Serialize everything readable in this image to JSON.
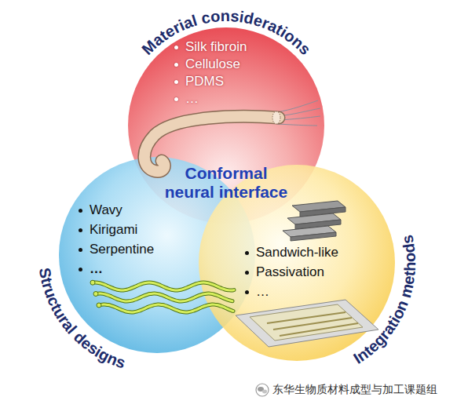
{
  "diagram": {
    "nodes": [
      {
        "text": [
          "Material considerations",
          "Silk fibroin",
          "Cellulose",
          "PDMS",
          "…"
        ]
      },
      {
        "text": [
          "Structural designs",
          "Wavy",
          "Kirigami",
          "Serpentine",
          "…"
        ]
      },
      {
        "text": [
          "Integration methods",
          "Sandwich-like",
          "Passivation",
          "…"
        ]
      }
    ],
    "labels": [
      "Conformal neural interface",
      "东华生物质材料成型与加工课题组"
    ]
  }
}
